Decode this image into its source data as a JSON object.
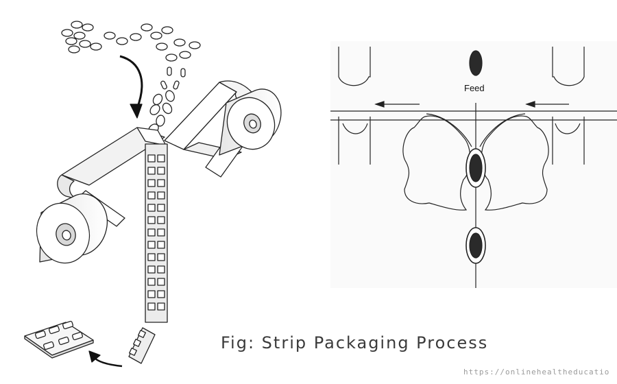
{
  "caption": "Fig: Strip Packaging Process",
  "watermark_url": "https://onlinehealtheducatio",
  "detail_diagram": {
    "feed_label": "Feed"
  },
  "colors": {
    "line": "#222222",
    "tablet": "#2a2a2a",
    "background": "#ffffff"
  }
}
